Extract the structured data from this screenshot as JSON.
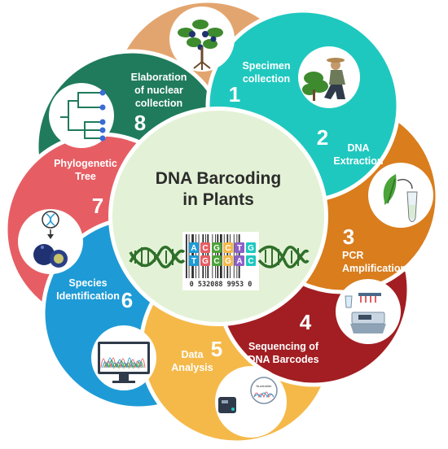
{
  "center": {
    "title_line1": "DNA Barcoding",
    "title_line2": "in Plants",
    "barcode_number": "0  532088  9953  0",
    "sequence_top": [
      "A",
      "C",
      "G",
      "C",
      "T",
      "G"
    ],
    "sequence_bottom": [
      "T",
      "G",
      "C",
      "G",
      "A",
      "C"
    ]
  },
  "steps": [
    {
      "number": "1",
      "line1": "Specimen",
      "line2": "collection",
      "color": "#1fc8bf"
    },
    {
      "number": "2",
      "line1": "DNA",
      "line2": "Extraction",
      "color": "#d97d1d"
    },
    {
      "number": "3",
      "line1": "PCR",
      "line2": "Amplification",
      "color": "#a21e22"
    },
    {
      "number": "4",
      "line1": "Sequencing of",
      "line2": "DNA Barcodes",
      "color": "#f5b94a"
    },
    {
      "number": "5",
      "line1": "Data",
      "line2": "Analysis",
      "color": "#1e9bd6"
    },
    {
      "number": "6",
      "line1": "Species",
      "line2": "Identification",
      "color": "#e65e64"
    },
    {
      "number": "7",
      "line1": "Phylogenetic",
      "line2": "Tree",
      "color": "#1f7b5c"
    },
    {
      "number": "8",
      "line1": "Elaboration",
      "line2": "of nuclear",
      "line3": "collection",
      "color": "#e3a56f"
    }
  ],
  "icons": {
    "step1": "gardener-icon",
    "step2": "leaf-tube-icon",
    "step3": "pcr-machine-icon",
    "step4": "sequencer-icon",
    "step5": "chromatogram-monitor-icon",
    "step6": "dna-berries-icon",
    "step7": "phylogenetic-tree-icon",
    "step8": "blueberry-plant-icon"
  },
  "colors": {
    "center_fill": "#e3f2d6",
    "dna_green": "#2f6f2a"
  }
}
